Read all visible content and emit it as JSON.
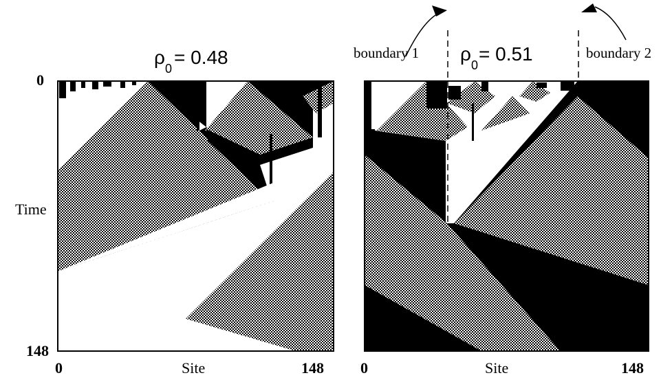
{
  "left_panel": {
    "title_symbol": "ρ",
    "title_subscript": "0",
    "title_value": "= 0.48",
    "y_axis_label": "Time",
    "y_tick_top": "0",
    "y_tick_bottom": "148",
    "x_axis_label": "Site",
    "x_tick_left": "0",
    "x_tick_right": "148"
  },
  "right_panel": {
    "title_symbol": "ρ",
    "title_subscript": "0",
    "title_value": " = 0.51",
    "x_axis_label": "Site",
    "x_tick_left": "0",
    "x_tick_right": "148",
    "annotations": [
      {
        "label": "boundary 1"
      },
      {
        "label": "boundary 2"
      }
    ]
  },
  "colors": {
    "black": "#000000",
    "white": "#ffffff",
    "checker": "checkerboard-pattern"
  }
}
